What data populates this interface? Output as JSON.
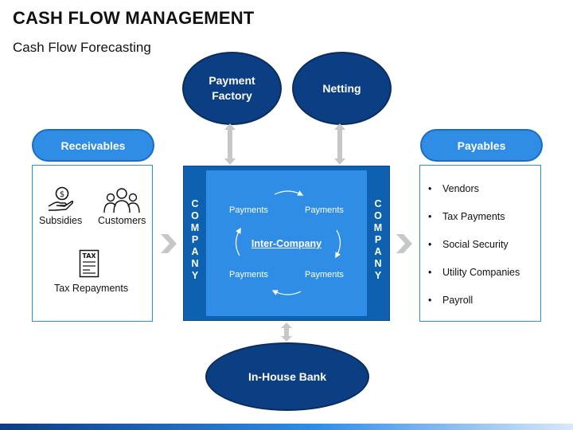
{
  "slide": {
    "title": "CASH FLOW MANAGEMENT",
    "subtitle": "Cash Flow Forecasting"
  },
  "top_ovals": {
    "factory_line1": "Payment",
    "factory_line2": "Factory",
    "netting": "Netting"
  },
  "bottom_oval": {
    "label": "In-House Bank"
  },
  "receivables": {
    "header": "Receivables",
    "items": [
      {
        "label": "Subsidies",
        "icon": "hand-coin-icon"
      },
      {
        "label": "Customers",
        "icon": "people-group-icon"
      },
      {
        "label": "Tax Repayments",
        "icon": "tax-document-icon"
      }
    ]
  },
  "payables": {
    "header": "Payables",
    "bullet": "•",
    "items": [
      "Vendors",
      "Tax Payments",
      "Social Security",
      "Utility Companies",
      "Payroll"
    ]
  },
  "company": {
    "left_letters": [
      "C",
      "O",
      "M",
      "P",
      "A",
      "N",
      "Y"
    ],
    "right_letters": [
      "C",
      "O",
      "M",
      "P",
      "A",
      "N",
      "Y"
    ],
    "payments": [
      "Payments",
      "Payments",
      "Payments",
      "Payments"
    ],
    "center_label": "Inter-Company"
  },
  "colors": {
    "dark_navy": "#0b3e82",
    "medium_blue": "#0d61b0",
    "light_blue": "#2f8de6",
    "arrow_gray": "#c7c7c7"
  }
}
